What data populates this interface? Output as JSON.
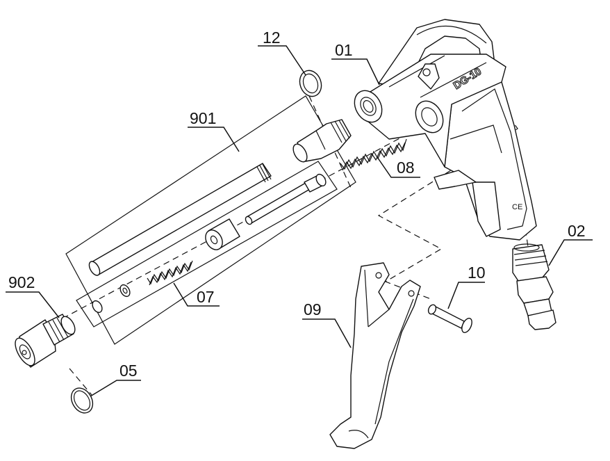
{
  "drawing": {
    "product_marking": "DG-10",
    "ce_mark": "CE"
  },
  "callouts": [
    {
      "id": "c12",
      "label": "12"
    },
    {
      "id": "c01",
      "label": "01"
    },
    {
      "id": "c901",
      "label": "901"
    },
    {
      "id": "c08",
      "label": "08"
    },
    {
      "id": "c02",
      "label": "02"
    },
    {
      "id": "c902",
      "label": "902"
    },
    {
      "id": "c07",
      "label": "07"
    },
    {
      "id": "c10",
      "label": "10"
    },
    {
      "id": "c09",
      "label": "09"
    },
    {
      "id": "c05",
      "label": "05"
    }
  ]
}
